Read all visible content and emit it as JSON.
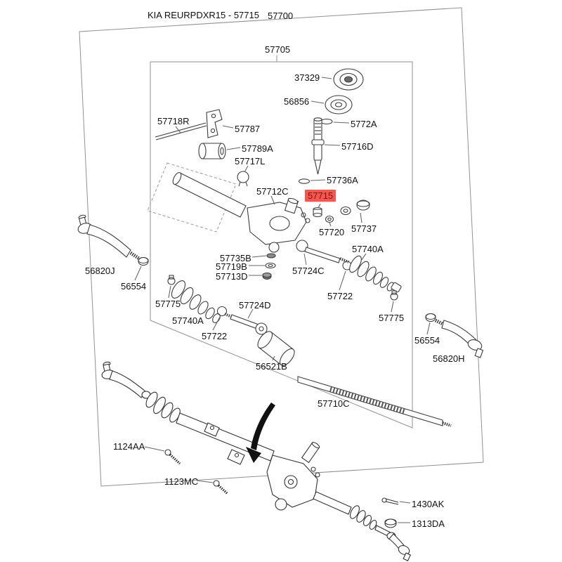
{
  "header": {
    "catalog_code": "KIA REURPDXR15 - 57715",
    "assembly": "57700",
    "sub_assembly": "57705"
  },
  "highlight": {
    "part": "57715",
    "bg": "#f45750",
    "text_color": "#7e120c"
  },
  "parts": {
    "p37329": {
      "label": "37329"
    },
    "p56856": {
      "label": "56856"
    },
    "p5772A": {
      "label": "5772A"
    },
    "p57716D": {
      "label": "57716D"
    },
    "p57736A": {
      "label": "57736A"
    },
    "p57715": {
      "label": "57715"
    },
    "p57718R": {
      "label": "57718R"
    },
    "p57787": {
      "label": "57787"
    },
    "p57789A": {
      "label": "57789A"
    },
    "p57717L": {
      "label": "57717L"
    },
    "p57712C": {
      "label": "57712C"
    },
    "p57720": {
      "label": "57720"
    },
    "p57737": {
      "label": "57737"
    },
    "p57735B": {
      "label": "57735B"
    },
    "p57719B": {
      "label": "57719B"
    },
    "p57713D": {
      "label": "57713D"
    },
    "p57724C": {
      "label": "57724C"
    },
    "p57740A_right": {
      "label": "57740A"
    },
    "p57722_right": {
      "label": "57722"
    },
    "p57775_right": {
      "label": "57775"
    },
    "p57775_left": {
      "label": "57775"
    },
    "p57740A_left": {
      "label": "57740A"
    },
    "p57722_left": {
      "label": "57722"
    },
    "p57724D": {
      "label": "57724D"
    },
    "p56521B": {
      "label": "56521B"
    },
    "p57710C": {
      "label": "57710C"
    },
    "p56820J": {
      "label": "56820J"
    },
    "p56554_left": {
      "label": "56554"
    },
    "p56554_right": {
      "label": "56554"
    },
    "p56820H": {
      "label": "56820H"
    },
    "p1124AA": {
      "label": "1124AA"
    },
    "p1123MC": {
      "label": "1123MC"
    },
    "p1430AK": {
      "label": "1430AK"
    },
    "p1313DA": {
      "label": "1313DA"
    }
  }
}
